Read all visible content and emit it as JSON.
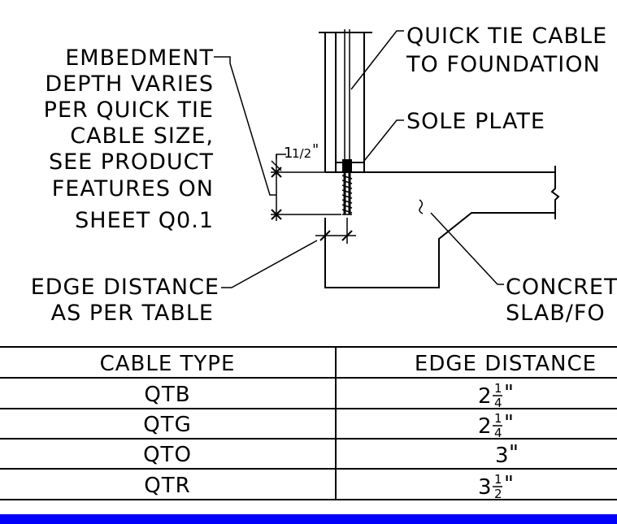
{
  "callouts": {
    "embedment": [
      "EMBEDMENT",
      "DEPTH VARIES",
      "PER QUICK TIE",
      "CABLE SIZE,",
      "SEE PRODUCT",
      "FEATURES ON",
      "SHEET Q0.1"
    ],
    "quick_tie": [
      "QUICK TIE CABLE",
      "TO FOUNDATION"
    ],
    "sole_plate": "SOLE PLATE",
    "edge_distance": [
      "EDGE DISTANCE",
      "AS PER TABLE"
    ],
    "concrete": [
      "CONCRETE",
      "SLAB/FO"
    ],
    "dimension_whole": "1",
    "dimension_fraction": "1/2",
    "dimension_inch": "\""
  },
  "table": {
    "headers": [
      "CABLE TYPE",
      "EDGE DISTANCE"
    ],
    "rows": [
      {
        "type": "QTB",
        "whole": "2",
        "num": "1",
        "den": "4",
        "inch": "\""
      },
      {
        "type": "QTG",
        "whole": "2",
        "num": "1",
        "den": "4",
        "inch": "\""
      },
      {
        "type": "QTO",
        "whole": "3",
        "num": "",
        "den": "",
        "inch": "\""
      },
      {
        "type": "QTR",
        "whole": "3",
        "num": "1",
        "den": "2",
        "inch": "\""
      }
    ]
  },
  "colors": {
    "footer_bar": "#0000ff",
    "line": "#000000",
    "background": "#ffffff"
  }
}
